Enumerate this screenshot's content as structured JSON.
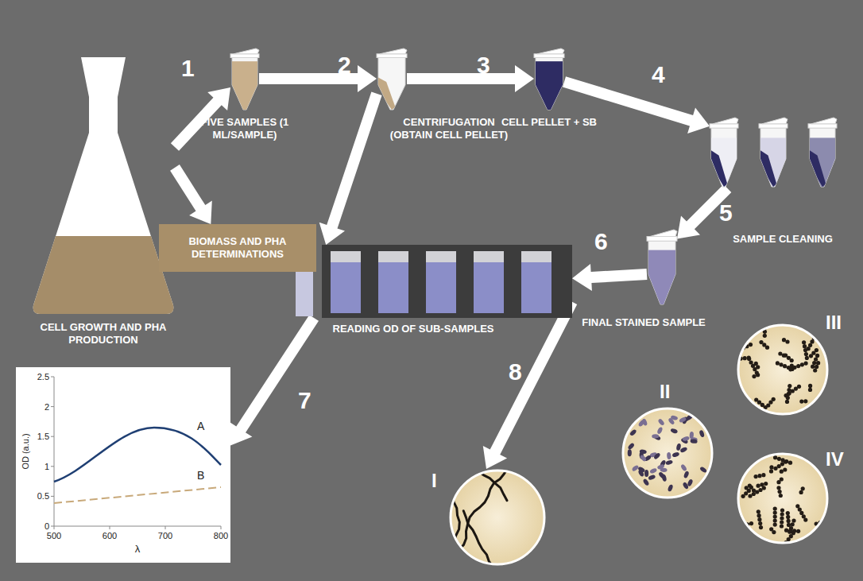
{
  "diagram": {
    "nodes": [
      {
        "text": [
          "CELL GROWTH AND PHA PRODUCTION"
        ]
      },
      {
        "text": [
          "FIVE SAMPLES (1 ML/SAMPLE)"
        ]
      },
      {
        "text": [
          "CENTRIFUGATION (OBTAIN CELL PELLET)"
        ]
      },
      {
        "text": [
          "CELL PELLET + SB"
        ]
      },
      {
        "text": [
          "SAMPLE CLEANING"
        ]
      },
      {
        "text": [
          "FINAL STAINED SAMPLE"
        ]
      },
      {
        "text": [
          "READING OD OF SUB-SAMPLES"
        ]
      },
      {
        "text": [
          "BIOMASS AND PHA DETERMINATIONS"
        ]
      },
      {
        "text": [
          "A",
          "B",
          "2.5",
          "2",
          "1.5",
          "1",
          "0.5",
          "0",
          "500",
          "600",
          "700",
          "800",
          "OD (a.u.)",
          "λ"
        ]
      },
      {
        "text": [
          "I"
        ]
      },
      {
        "text": [
          "II"
        ]
      },
      {
        "text": [
          "III"
        ]
      },
      {
        "text": [
          "IV"
        ]
      }
    ],
    "edges": [
      {
        "from": 0,
        "to": 1,
        "label": "1",
        "arrow": "to"
      },
      {
        "from": 0,
        "to": 7,
        "arrow": "to"
      },
      {
        "from": 1,
        "to": 2,
        "label": "2",
        "arrow": "to"
      },
      {
        "from": 2,
        "to": 3,
        "label": "3",
        "arrow": "to"
      },
      {
        "from": 3,
        "to": 4,
        "label": "4",
        "arrow": "to"
      },
      {
        "from": 4,
        "to": 5,
        "label": "5",
        "arrow": "to"
      },
      {
        "from": 5,
        "to": 6,
        "label": "6",
        "arrow": "to"
      },
      {
        "from": 2,
        "to": 6,
        "arrow": "to"
      },
      {
        "from": 6,
        "to": 8,
        "label": "7",
        "arrow": "to"
      },
      {
        "from": 6,
        "to": 9,
        "label": "8",
        "arrow": "to"
      }
    ]
  }
}
